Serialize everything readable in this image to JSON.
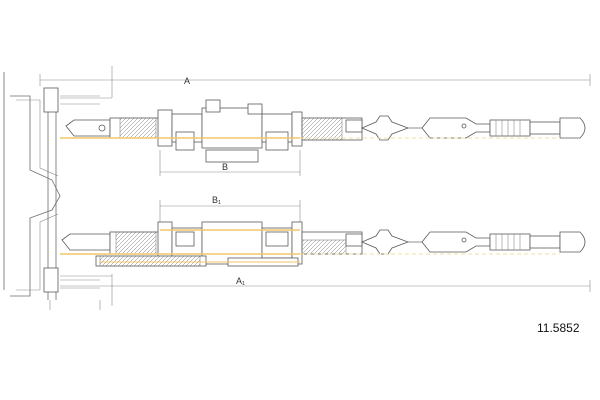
{
  "labels": {
    "dim_a": "A",
    "dim_b": "B",
    "dim_b1": "B₁",
    "dim_a1": "A₁"
  },
  "part_number": "11.5852",
  "colors": {
    "line": "#6d6d6d",
    "highlight": "#f2c66a",
    "text": "#111111"
  }
}
